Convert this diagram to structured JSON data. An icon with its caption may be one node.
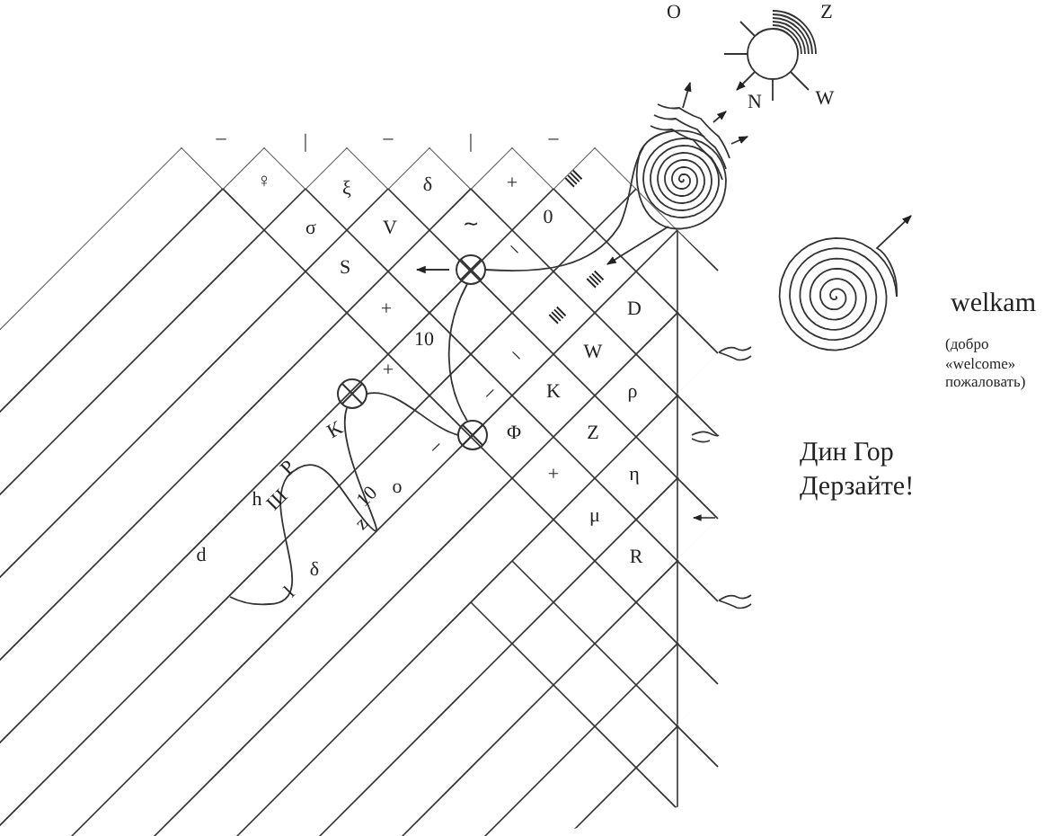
{
  "diagram": {
    "labels": [
      "–",
      "|",
      "–",
      "|",
      "–",
      "O",
      "Z",
      "N",
      "W",
      "≣",
      "♀",
      "ξ",
      "δ",
      "+",
      "0",
      "σ",
      "V",
      "∼",
      "–",
      "S",
      "≣",
      "+",
      "D",
      "≣",
      "welkam",
      "(добро «welcome» пожаловать)",
      "10",
      "–",
      "W",
      "+",
      "–",
      "K",
      "ρ",
      "K",
      "Φ",
      "Z",
      "–",
      "Дин Гор Дерзайте!",
      "P",
      "+",
      "η",
      "h",
      "Ш",
      "z",
      "10",
      "o",
      "μ",
      "d",
      "R",
      "δ",
      "l"
    ]
  }
}
